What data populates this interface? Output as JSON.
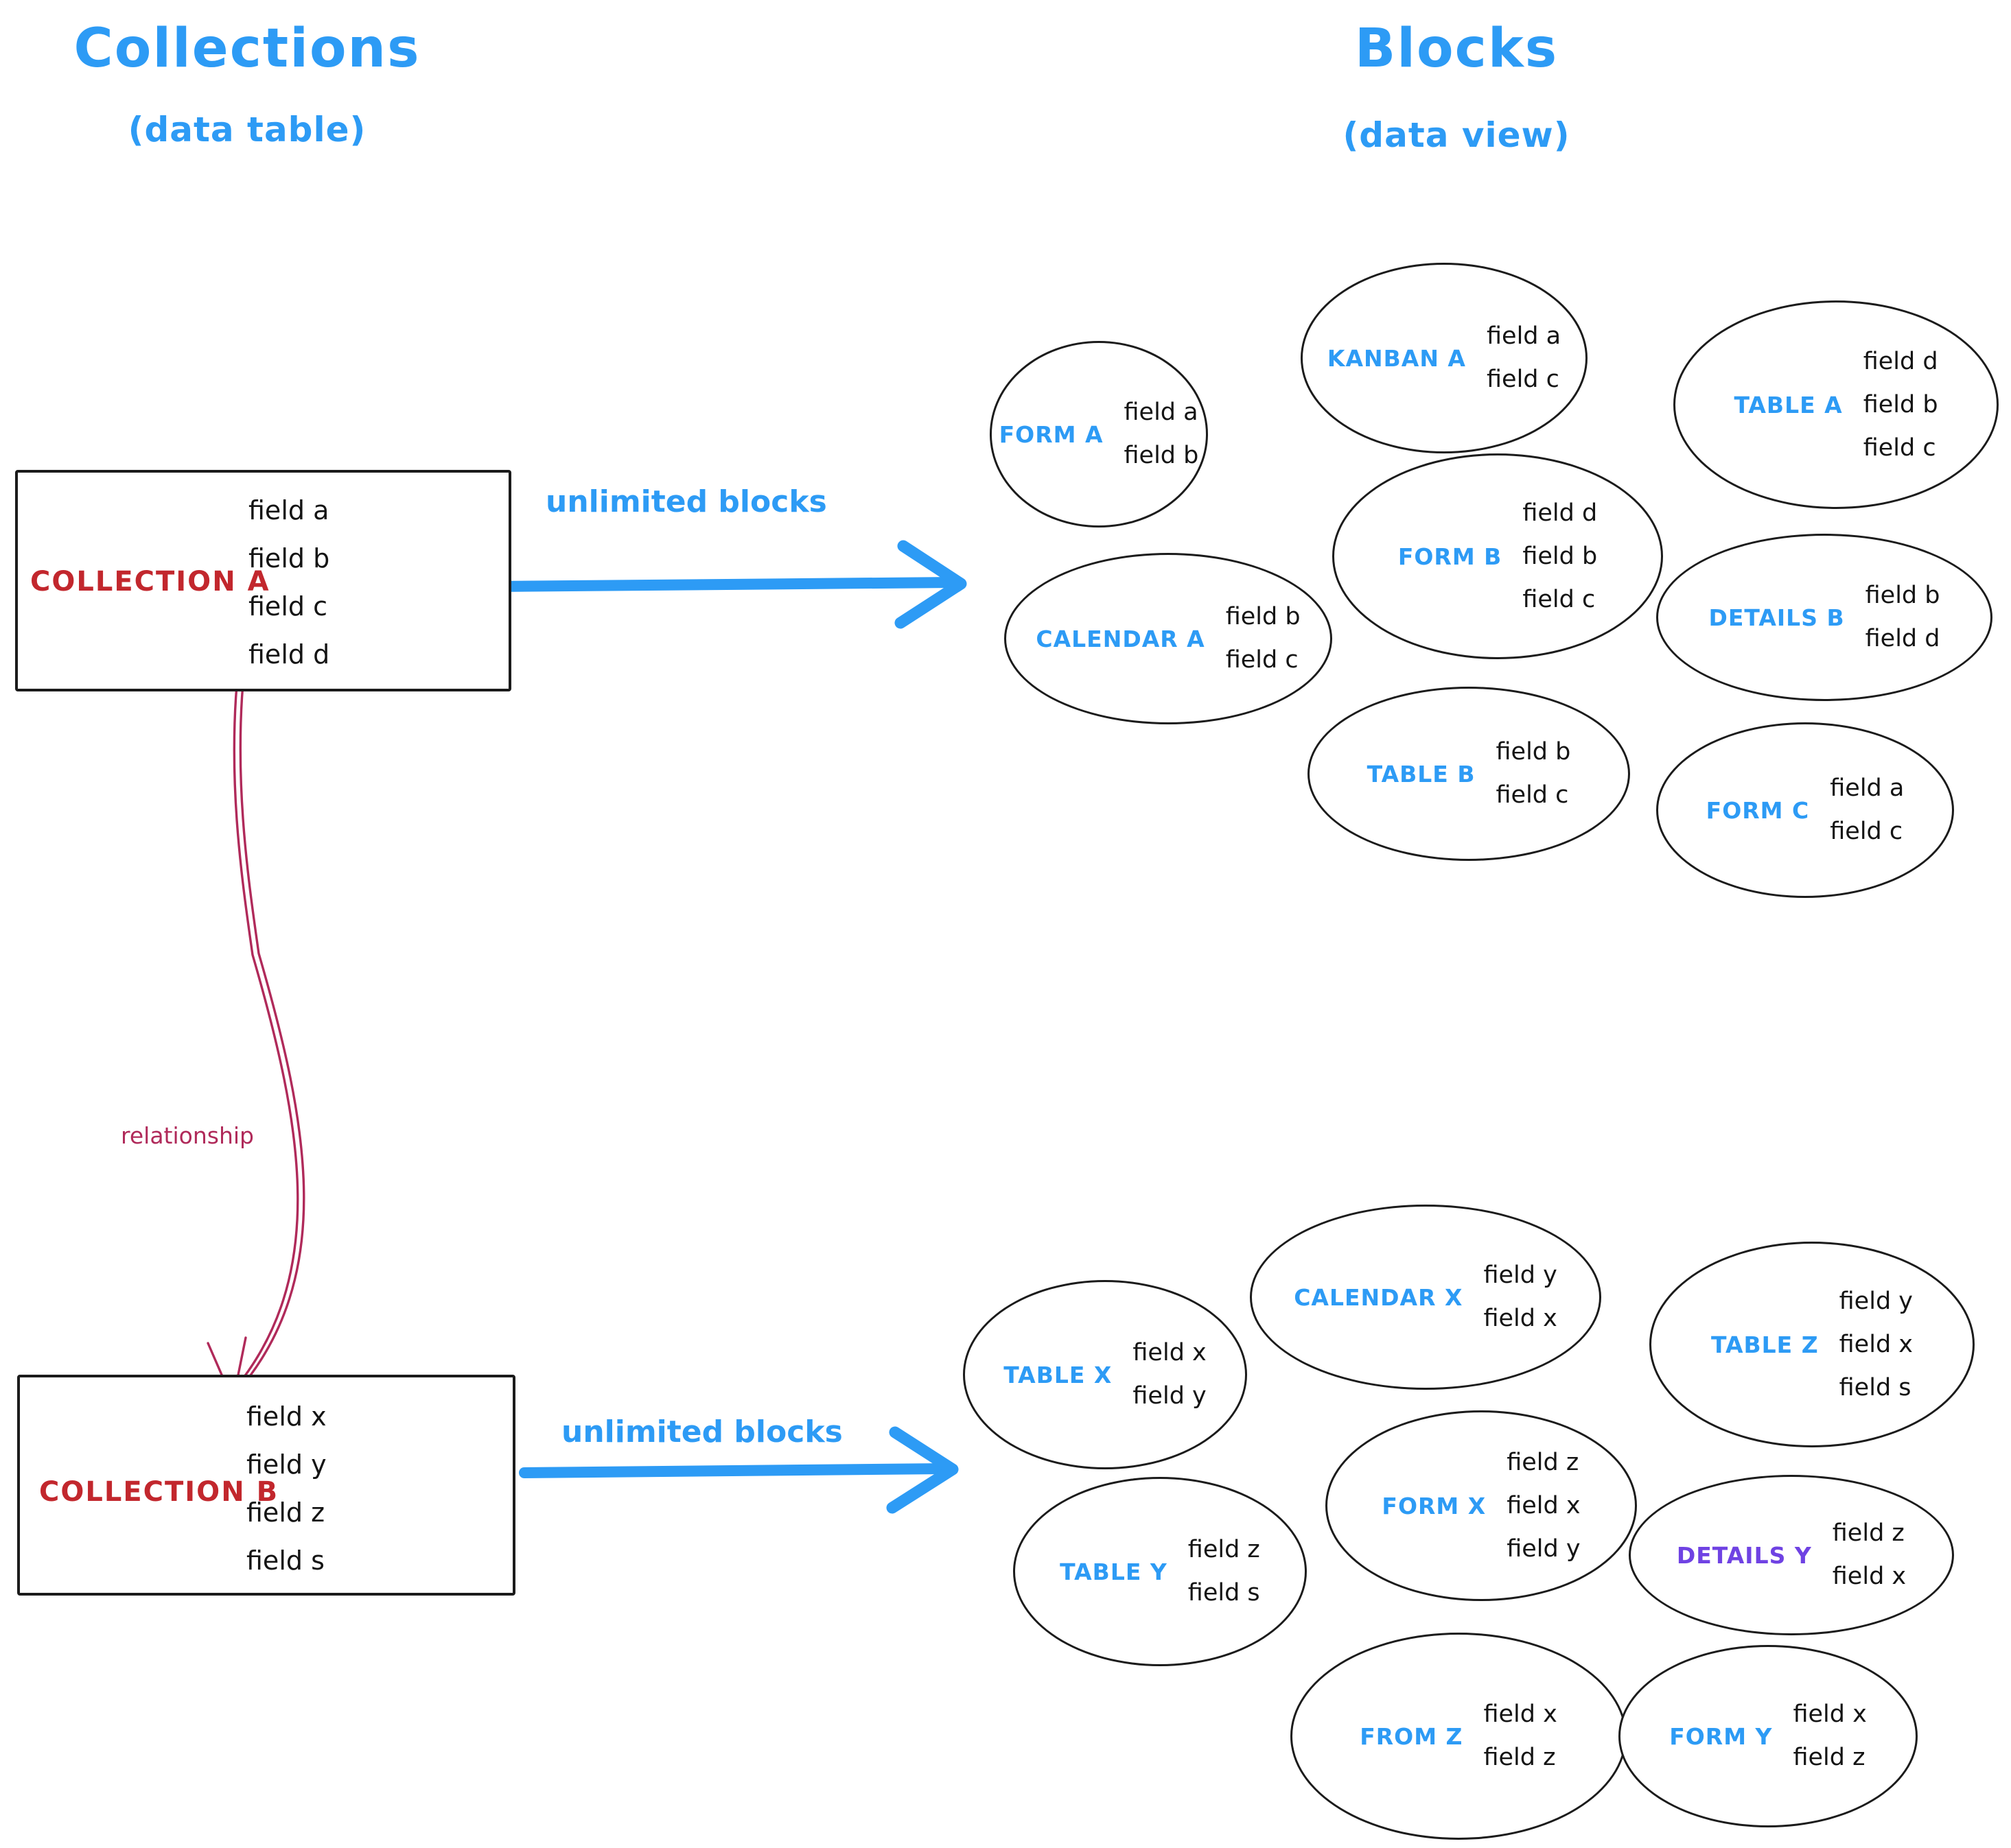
{
  "titles": {
    "left": {
      "title": "Collections",
      "subtitle": "(data table)"
    },
    "right": {
      "title": "Blocks",
      "subtitle": "(data view)"
    }
  },
  "arrows": {
    "top_label": "unlimited blocks",
    "bottom_label": "unlimited blocks",
    "relationship_label": "relationship"
  },
  "collections": {
    "a": {
      "name": "COLLECTION A",
      "fields": [
        "field a",
        "field b",
        "field c",
        "field d"
      ]
    },
    "b": {
      "name": "COLLECTION B",
      "fields": [
        "field x",
        "field y",
        "field z",
        "field s"
      ]
    }
  },
  "blocks_a": [
    {
      "label": "FORM A",
      "fields": [
        "field a",
        "field b"
      ]
    },
    {
      "label": "KANBAN A",
      "fields": [
        "field a",
        "field c"
      ]
    },
    {
      "label": "TABLE A",
      "fields": [
        "field d",
        "field b",
        "field c"
      ]
    },
    {
      "label": "CALENDAR A",
      "fields": [
        "field b",
        "field c"
      ]
    },
    {
      "label": "FORM B",
      "fields": [
        "field d",
        "field b",
        "field c"
      ]
    },
    {
      "label": "DETAILS B",
      "fields": [
        "field b",
        "field d"
      ]
    },
    {
      "label": "TABLE B",
      "fields": [
        "field b",
        "field c"
      ]
    },
    {
      "label": "FORM C",
      "fields": [
        "field a",
        "field c"
      ]
    }
  ],
  "blocks_b": [
    {
      "label": "TABLE X",
      "fields": [
        "field x",
        "field y"
      ]
    },
    {
      "label": "CALENDAR X",
      "fields": [
        "field y",
        "field x"
      ]
    },
    {
      "label": "TABLE Z",
      "fields": [
        "field y",
        "field x",
        "field s"
      ]
    },
    {
      "label": "TABLE Y",
      "fields": [
        "field z",
        "field s"
      ]
    },
    {
      "label": "FORM X",
      "fields": [
        "field z",
        "field x",
        "field y"
      ]
    },
    {
      "label": "DETAILS Y",
      "fields": [
        "field z",
        "field x"
      ]
    },
    {
      "label": "FROM Z",
      "fields": [
        "field x",
        "field z"
      ]
    },
    {
      "label": "FORM Y",
      "fields": [
        "field x",
        "field z"
      ]
    }
  ],
  "colors": {
    "blue": "#2d9bf5",
    "red": "#c2272d",
    "relationship_crimson": "#b02a5a",
    "purple": "#6f42e3",
    "ink": "#1b1b1b"
  }
}
